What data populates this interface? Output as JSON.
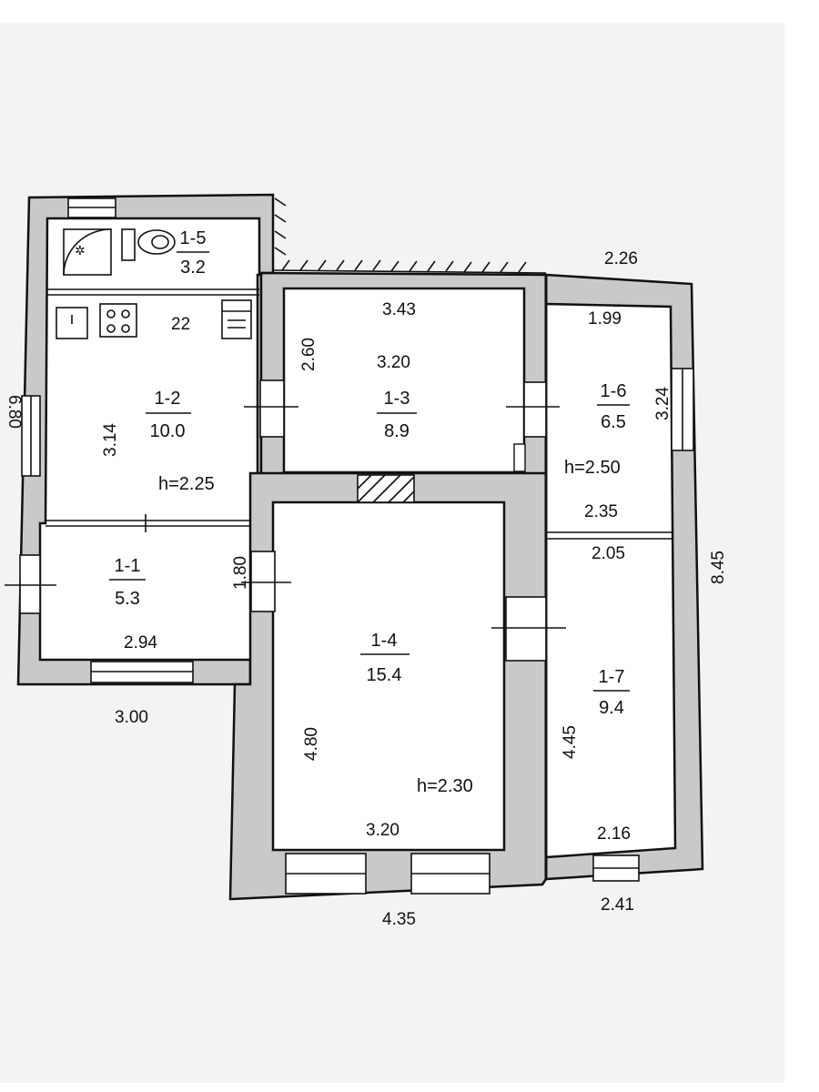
{
  "plan": {
    "rooms": [
      {
        "id": "1-1",
        "area": "5.3"
      },
      {
        "id": "1-2",
        "area": "10.0"
      },
      {
        "id": "1-3",
        "area": "8.9"
      },
      {
        "id": "1-4",
        "area": "15.4"
      },
      {
        "id": "1-5",
        "area": "3.2"
      },
      {
        "id": "1-6",
        "area": "6.5"
      },
      {
        "id": "1-7",
        "area": "9.4"
      }
    ],
    "heights": {
      "r12": "h=2.25",
      "r16": "h=2.50",
      "r14": "h=2.30"
    },
    "dims": {
      "d_680": "6.80",
      "d_22": "22",
      "d_314": "3.14",
      "d_343": "3.43",
      "d_260": "2.60",
      "d_320a": "3.20",
      "d_226": "2.26",
      "d_199": "1.99",
      "d_324": "3.24",
      "d_235": "2.35",
      "d_205": "2.05",
      "d_845": "8.45",
      "d_180": "1.80",
      "d_294": "2.94",
      "d_300": "3.00",
      "d_480": "4.80",
      "d_320b": "3.20",
      "d_435": "4.35",
      "d_445": "4.45",
      "d_216": "2.16",
      "d_241": "2.41"
    }
  }
}
